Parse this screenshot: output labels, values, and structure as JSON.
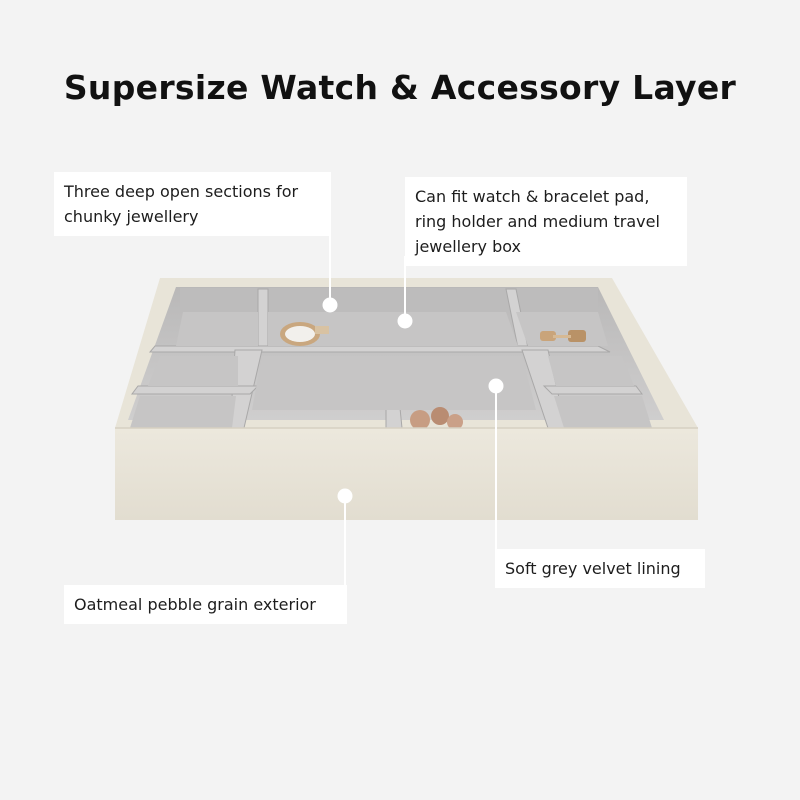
{
  "title": "Supersize Watch & Accessory Layer",
  "callouts": [
    {
      "lines": [
        "Three deep open sections for",
        "chunky jewellery"
      ]
    },
    {
      "lines": [
        "Can fit watch & bracelet pad,",
        "ring holder and medium travel",
        "jewellery box"
      ]
    },
    {
      "lines": [
        "Soft grey velvet lining"
      ]
    },
    {
      "lines": [
        "Oatmeal pebble grain exterior"
      ]
    }
  ],
  "colors": {
    "background": "#f3f3f3",
    "oatmeal": "#ebe7dc",
    "velvet": "#c9c8c8",
    "velvet_dark": "#a9a8a8",
    "marker": "#ffffff"
  }
}
